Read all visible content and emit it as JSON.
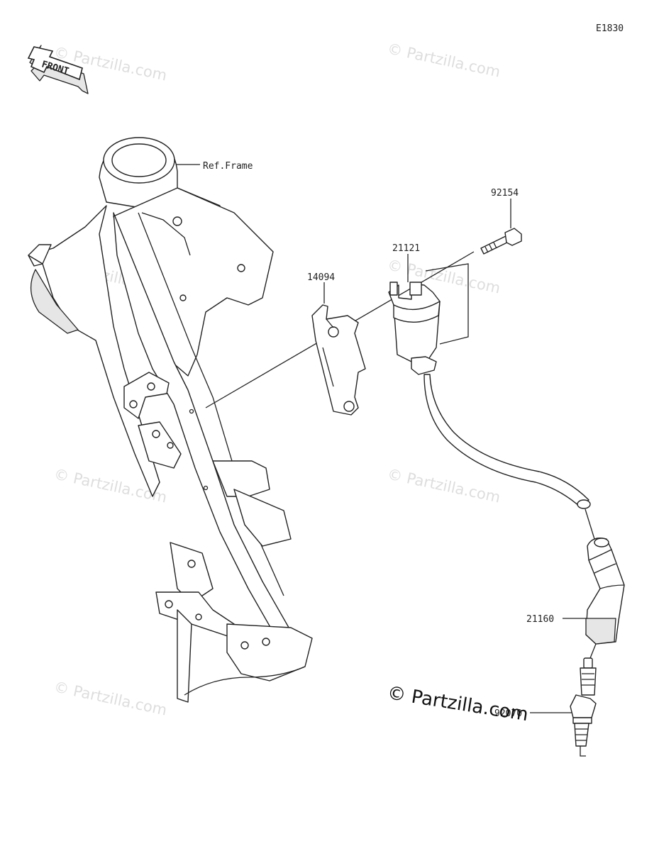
{
  "diagram_code": "E1830",
  "front_label": "FRONT",
  "callouts": {
    "ref_frame": "Ref.Frame",
    "bolt": "92154",
    "coil": "21121",
    "bracket": "14094",
    "plug_cap": "21160",
    "spark_plug": "92070"
  },
  "watermark": "© Partzilla.com"
}
